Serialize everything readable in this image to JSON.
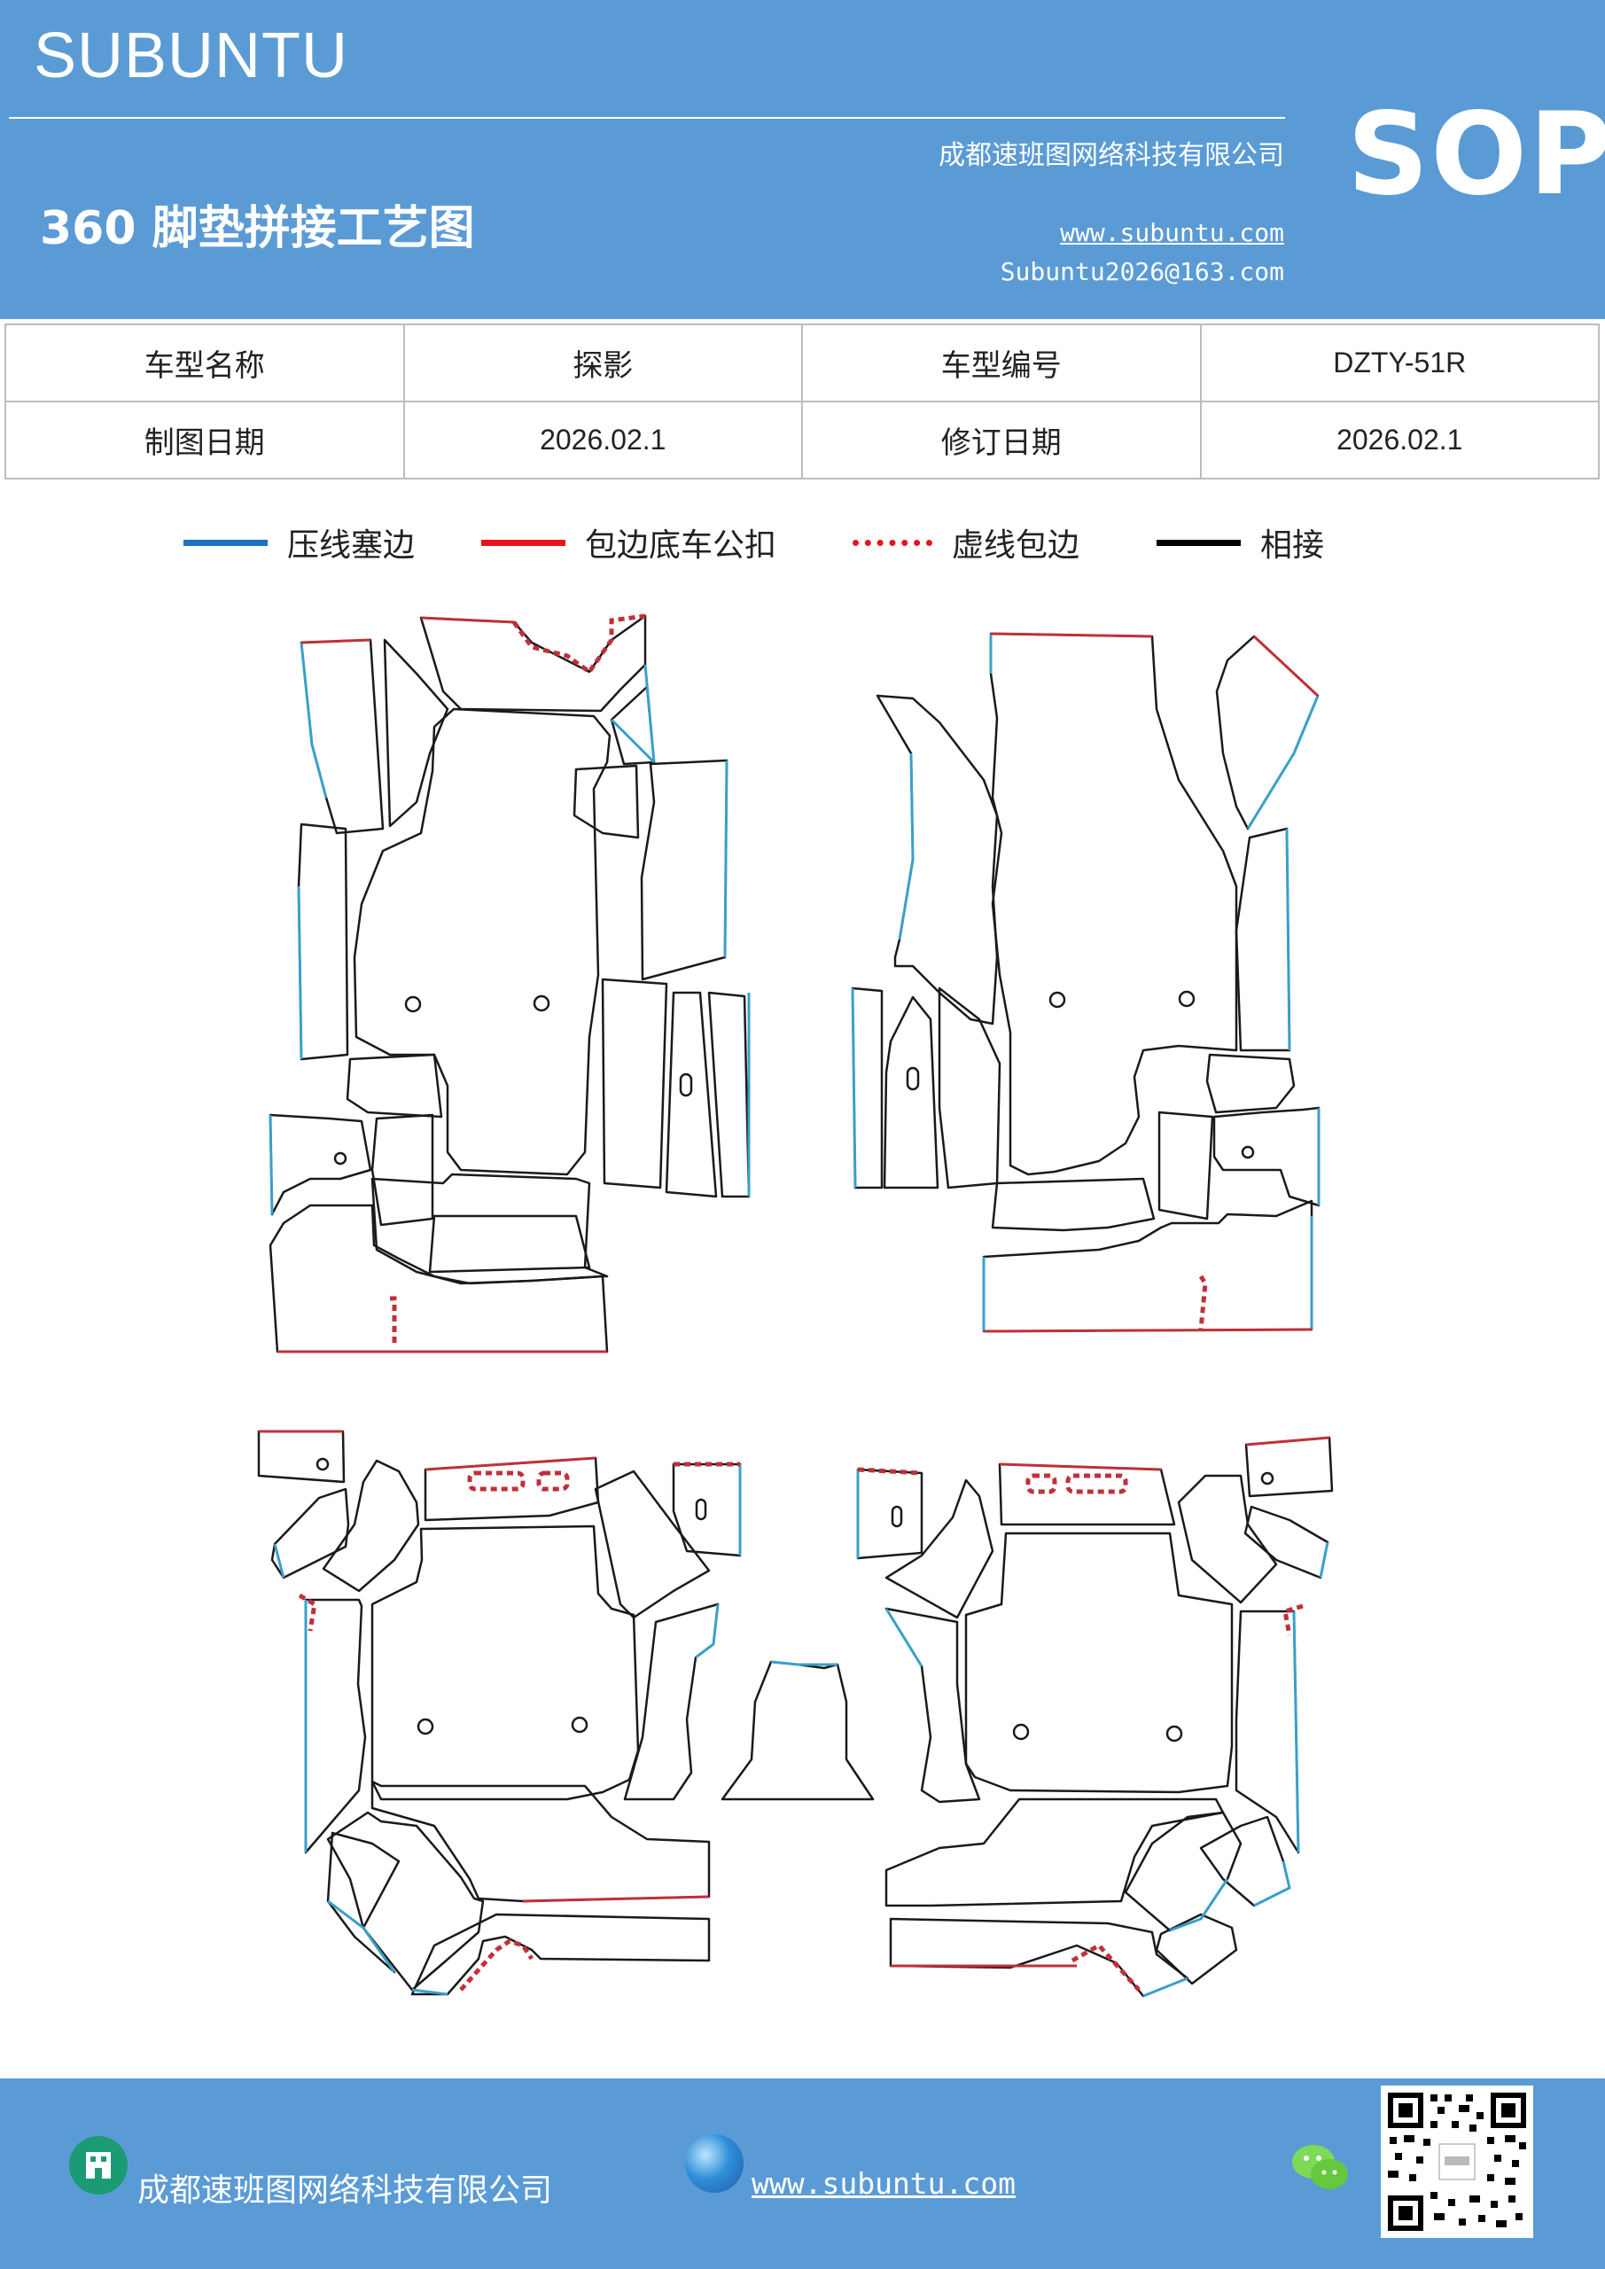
{
  "header": {
    "brand": "SUBUNTU",
    "company": "成都速班图网络科技有限公司",
    "doc_title": "360 脚垫拼接工艺图",
    "website": "www.subuntu.com",
    "email": "Subuntu2026@163.com",
    "badge": "SOP"
  },
  "info_table": {
    "model_name_label": "车型名称",
    "model_name_value": "探影",
    "model_code_label": "车型编号",
    "model_code_value": "DZTY-51R",
    "draw_date_label": "制图日期",
    "draw_date_value": "2026.02.1",
    "revise_date_label": "修订日期",
    "revise_date_value": "2026.02.1"
  },
  "legend": [
    {
      "label": "压线塞边",
      "color": "#1f6fc4",
      "style": "solid"
    },
    {
      "label": "包边底车公扣",
      "color": "#e8141c",
      "style": "solid"
    },
    {
      "label": "虚线包边",
      "color": "#e8141c",
      "style": "dotted"
    },
    {
      "label": "相接",
      "color": "#000000",
      "style": "solid"
    }
  ],
  "colors": {
    "header_blue": "#5b9bd5",
    "outline_black": "#1a1a1a",
    "edge_blue": "#3aa0c8",
    "edge_red": "#c0303a"
  },
  "footer": {
    "company": "成都速班图网络科技有限公司",
    "website": "www.subuntu.com",
    "icons": [
      "building-icon",
      "globe-icon",
      "wechat-icon",
      "qr-code"
    ]
  }
}
